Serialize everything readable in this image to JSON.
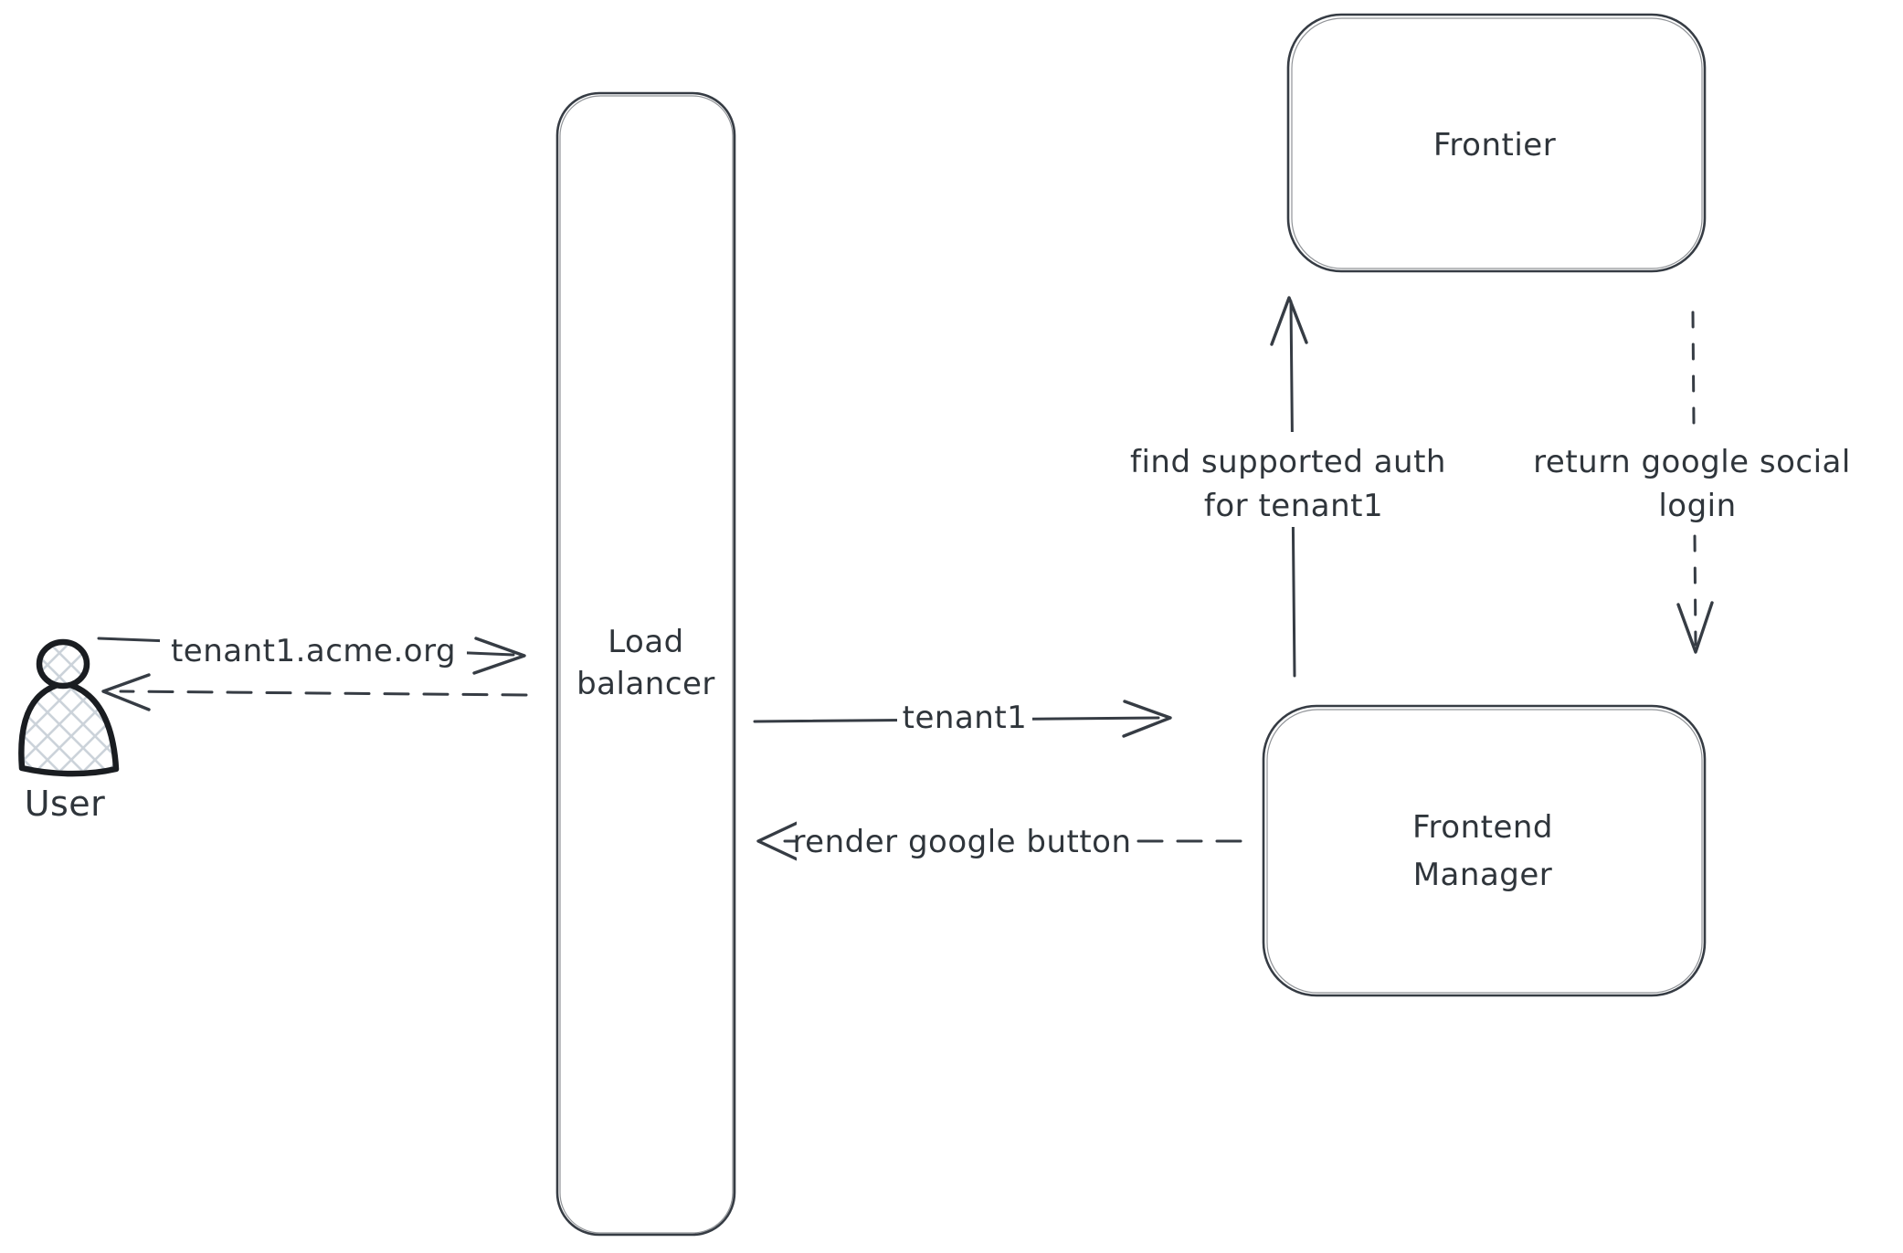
{
  "diagram": {
    "nodes": {
      "user": {
        "label": "User",
        "type": "actor"
      },
      "load_balancer": {
        "line1": "Load",
        "line2": "balancer"
      },
      "frontier": {
        "label": "Frontier"
      },
      "frontend_manager": {
        "line1": "Frontend",
        "line2": "Manager"
      }
    },
    "edges": {
      "user_to_lb": {
        "from": "User",
        "to": "Load balancer",
        "style": "solid",
        "label": "tenant1.acme.org"
      },
      "lb_to_user": {
        "from": "Load balancer",
        "to": "User",
        "style": "dashed",
        "label": ""
      },
      "lb_to_fm": {
        "from": "Load balancer",
        "to": "Frontend Manager",
        "style": "solid",
        "label": "tenant1"
      },
      "fm_to_lb": {
        "from": "Frontend Manager",
        "to": "Load balancer",
        "style": "dashed",
        "label": "render google button"
      },
      "fm_to_frontier": {
        "from": "Frontend Manager",
        "to": "Frontier",
        "style": "solid",
        "label_line1": "find supported auth",
        "label_line2": "for tenant1"
      },
      "frontier_to_fm": {
        "from": "Frontier",
        "to": "Frontend Manager",
        "style": "dashed",
        "label_line1": "return google social",
        "label_line2": "login"
      }
    },
    "colors": {
      "stroke": "#363c44",
      "text": "#2f353b",
      "actor_stroke": "#1a1d21",
      "hatch_fill": "#ccd3da",
      "background": "#ffffff"
    }
  }
}
